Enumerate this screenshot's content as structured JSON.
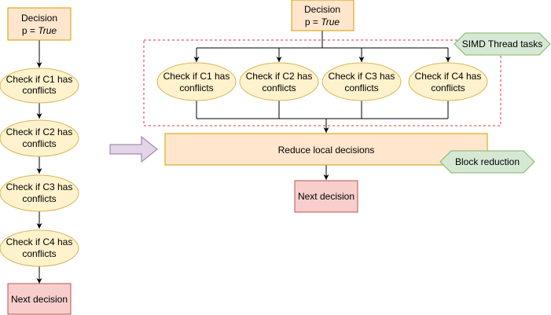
{
  "colors": {
    "decision_fill": "#FFE6CC",
    "decision_stroke": "#D79B00",
    "check_fill": "#FFF2CC",
    "check_stroke": "#D6B656",
    "next_fill": "#F8CECC",
    "next_stroke": "#B85450",
    "reduce_fill": "#FFE6CC",
    "reduce_stroke": "#D79B00",
    "tag_fill": "#D5E8D4",
    "tag_stroke": "#82B366",
    "simd_border": "#E0323C",
    "big_arrow_fill": "#E1D5E7",
    "big_arrow_stroke": "#9673A6",
    "line": "#000000"
  },
  "left_flow": {
    "decision": {
      "line1": "Decision",
      "line2_prefix": "p = ",
      "line2_value": "True"
    },
    "checks": [
      {
        "line1": "Check if C1 has",
        "line2": "conflicts"
      },
      {
        "line1": "Check if C2 has",
        "line2": "conflicts"
      },
      {
        "line1": "Check if C3 has",
        "line2": "conflicts"
      },
      {
        "line1": "Check if C4 has",
        "line2": "conflicts"
      }
    ],
    "next": "Next decision"
  },
  "right_flow": {
    "decision": {
      "line1": "Decision",
      "line2_prefix": "p = ",
      "line2_value": "True"
    },
    "simd_label": "SIMD Thread tasks",
    "checks": [
      {
        "line1": "Check if C1 has",
        "line2": "conflicts"
      },
      {
        "line1": "Check if C2 has",
        "line2": "conflicts"
      },
      {
        "line1": "Check if C3 has",
        "line2": "conflicts"
      },
      {
        "line1": "Check if C4 has",
        "line2": "conflicts"
      }
    ],
    "reduce": "Reduce local decisions",
    "block_label": "Block reduction",
    "next": "Next decision"
  }
}
